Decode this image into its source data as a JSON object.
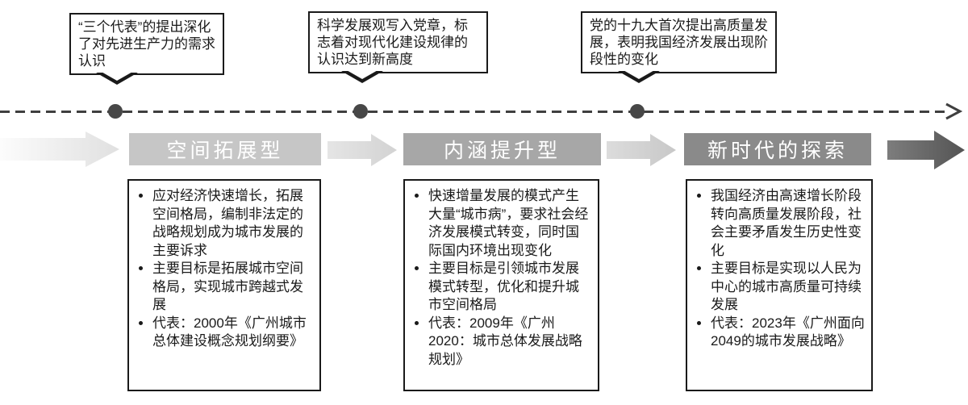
{
  "callouts": [
    {
      "text": "“三个代表”的提出深化了对先进生产力的需求认识"
    },
    {
      "text": "科学发展观写入党章，标志着对现代化建设规律的认识达到新高度"
    },
    {
      "text": "党的十九大首次提出高质量发展，表明我国经济发展出现阶段性的变化"
    }
  ],
  "stages": [
    {
      "label": "空间拓展型",
      "color": "#c6c6c6",
      "bullets": [
        "应对经济快速增长，拓展空间格局，编制非法定的战略规划成为城市发展的主要诉求",
        "主要目标是拓展城市空间格局，实现城市跨越式发展",
        "代表：2000年《广州城市总体建设概念规划纲要》"
      ]
    },
    {
      "label": "内涵提升型",
      "color": "#a7a7a7",
      "bullets": [
        "快速增量发展的模式产生大量“城市病”，要求社会经济发展模式转变，同时国际国内环境出现变化",
        "主要目标是引领城市发展模式转型，优化和提升城市空间格局",
        "代表：2009年《广州2020：城市总体发展战略规划》"
      ]
    },
    {
      "label": "新时代的探索",
      "color": "#8a8a8a",
      "bullets": [
        "我国经济由高速增长阶段转向高质量发展阶段，社会主要矛盾发生历史性变化",
        "主要目标是实现以人民为中心的城市高质量可持续发展",
        "代表：2023年《广州面向2049的城市发展战略》"
      ]
    }
  ],
  "timeline": {
    "line_color": "#3f3f3f",
    "node_color": "#474747"
  }
}
